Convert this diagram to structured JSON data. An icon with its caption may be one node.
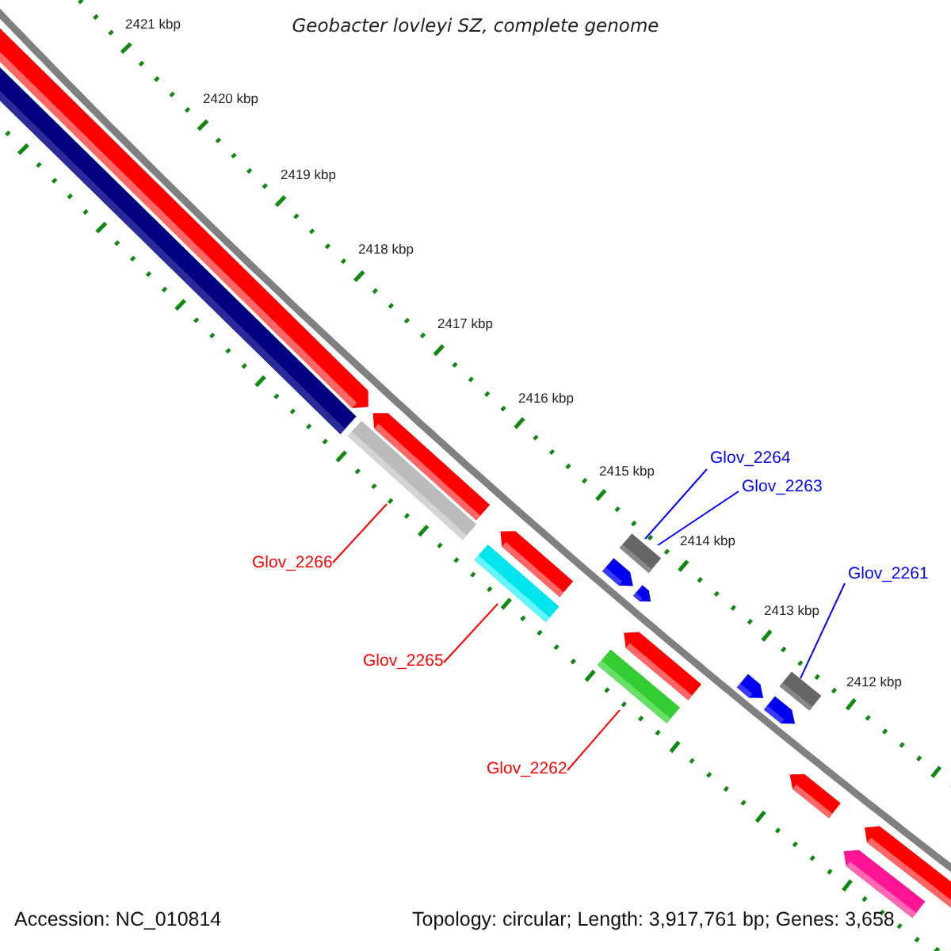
{
  "diagram": {
    "title": "Geobacter lovleyi SZ, complete genome",
    "nodes": [
      {
        "text": [
          "Glov_2264"
        ]
      },
      {
        "text": [
          "Glov_2263"
        ]
      },
      {
        "text": [
          "Glov_2261"
        ]
      },
      {
        "text": [
          "Glov_2266"
        ]
      },
      {
        "text": [
          "Glov_2265"
        ]
      },
      {
        "text": [
          "Glov_2262"
        ]
      },
      {
        "text": [],
        "shape": "arrow"
      },
      {
        "text": [],
        "shape": "bar"
      },
      {
        "text": [],
        "shape": "bar"
      },
      {
        "text": [],
        "shape": "arrow"
      },
      {
        "text": [],
        "shape": "bar"
      },
      {
        "text": [],
        "shape": "arrow"
      },
      {
        "text": [],
        "shape": "box"
      },
      {
        "text": [],
        "shape": "arrow"
      },
      {
        "text": [],
        "shape": "arrow"
      },
      {
        "text": [],
        "shape": "bar"
      },
      {
        "text": [],
        "shape": "arrow"
      },
      {
        "text": [],
        "shape": "arrow"
      },
      {
        "text": [],
        "shape": "arrow"
      },
      {
        "text": [],
        "shape": "box"
      },
      {
        "text": [],
        "shape": "arrow"
      },
      {
        "text": [],
        "shape": "arrow"
      },
      {
        "text": [],
        "shape": "arrow"
      }
    ],
    "edges": [
      {
        "from": 0,
        "to": 12,
        "arrow": "none",
        "color": "#0000ff"
      },
      {
        "from": 1,
        "to": 12,
        "arrow": "none",
        "color": "#0000ff"
      },
      {
        "from": 2,
        "to": 19,
        "arrow": "none",
        "color": "#0000ff"
      },
      {
        "from": 3,
        "to": 8,
        "arrow": "none",
        "color": "#ff0000"
      },
      {
        "from": 4,
        "to": 10,
        "arrow": "none",
        "color": "#ff0000"
      },
      {
        "from": 5,
        "to": 15,
        "arrow": "none",
        "color": "#ff0000"
      }
    ],
    "labels": [
      "2421 kbp",
      "2420 kbp",
      "2419 kbp",
      "2418 kbp",
      "2417 kbp",
      "2416 kbp",
      "2415 kbp",
      "2414 kbp",
      "2413 kbp",
      "2412 kbp",
      "Accession: NC_010814",
      "Topology: circular; Length: 3,917,761 bp; Genes: 3,658"
    ]
  }
}
